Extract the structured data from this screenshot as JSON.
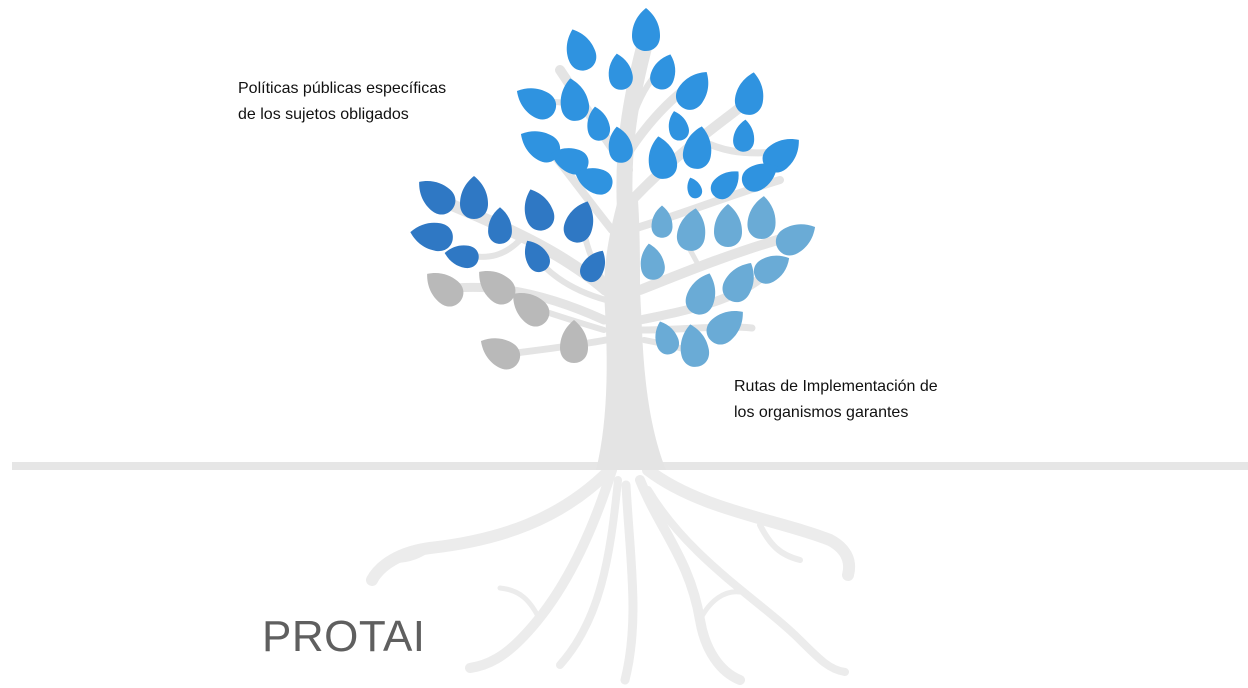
{
  "labels": {
    "top": [
      "Políticas públicas específicas",
      "de los sujetos obligados"
    ],
    "right": [
      "Rutas de Implementación de",
      "los organismos garantes"
    ]
  },
  "brand": "PROTAI",
  "colors": {
    "ground": "#e6e6e6",
    "trunk": "#e4e4e4",
    "roots": "#ececec",
    "leaf_bright_blue": "#2f93e0",
    "leaf_dark_blue": "#2f78c4",
    "leaf_light_blue": "#6aabd6",
    "leaf_gray": "#b9b9b9",
    "text": "#111111",
    "brand": "#5f5f5f"
  },
  "leaf_groups": [
    {
      "name": "leaf-group-bright-blue",
      "color": "#2f93e0"
    },
    {
      "name": "leaf-group-dark-blue",
      "color": "#2f78c4"
    },
    {
      "name": "leaf-group-light-blue",
      "color": "#6aabd6"
    },
    {
      "name": "leaf-group-gray",
      "color": "#b9b9b9"
    }
  ]
}
